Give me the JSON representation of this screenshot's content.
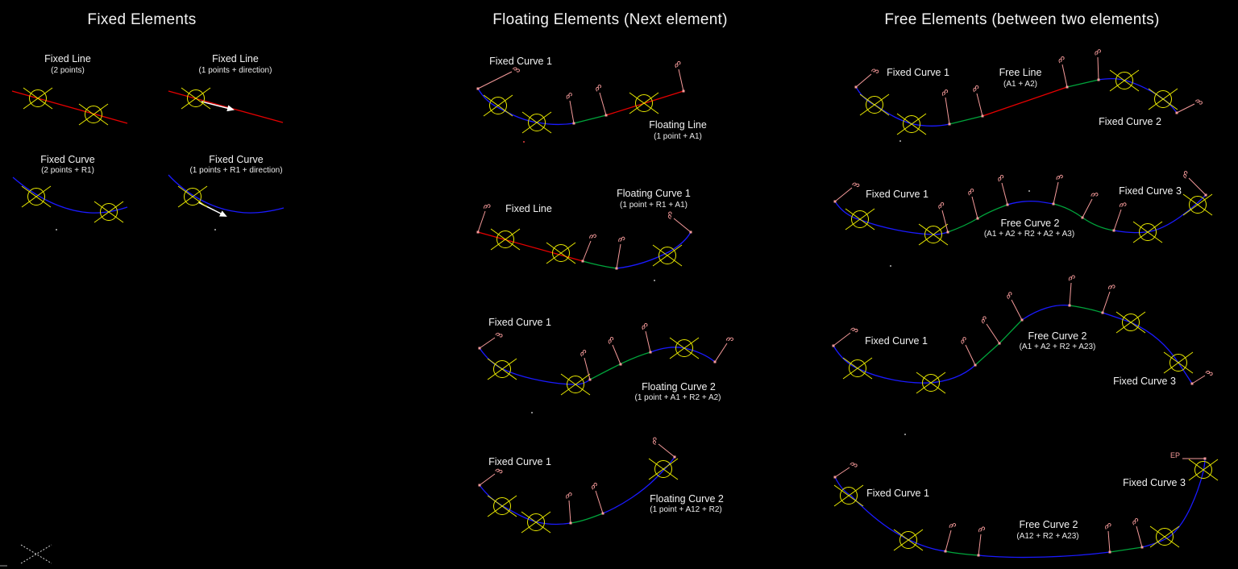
{
  "colors": {
    "background": "#000000",
    "line_red": "#e60000",
    "curve_blue": "#1a1aff",
    "spiral_green": "#00a53c",
    "point_marker_yellow": "#e8e800",
    "tangent_marker_pink": "#f59a9a",
    "text_white": "#f2f2f2"
  },
  "titles": {
    "fixed": "Fixed Elements",
    "floating": "Floating Elements (Next element)",
    "free": "Free Elements (between two elements)"
  },
  "fixed": {
    "d1": {
      "label": "Fixed Line",
      "sub": "(2 points)"
    },
    "d2": {
      "label": "Fixed Line",
      "sub": "(1 points + direction)"
    },
    "d3": {
      "label": "Fixed Curve",
      "sub": "(2 points + R1)"
    },
    "d4": {
      "label": "Fixed Curve",
      "sub": "(1 points + R1 + direction)"
    }
  },
  "floating": {
    "d1": {
      "fixed": "Fixed Curve 1",
      "label": "Floating Line",
      "sub": "(1 point + A1)"
    },
    "d2": {
      "fixed": "Fixed Line",
      "label": "Floating Curve 1",
      "sub": "(1 point + R1 + A1)"
    },
    "d3": {
      "fixed": "Fixed Curve 1",
      "label": "Floating Curve 2",
      "sub": "(1 point + A1 + R2 + A2)"
    },
    "d4": {
      "fixed": "Fixed Curve 1",
      "label": "Floating Curve 2",
      "sub": "(1 point + A12 + R2)"
    }
  },
  "free": {
    "d1": {
      "start": "Fixed Curve 1",
      "label": "Free Line",
      "sub": "(A1 + A2)",
      "end": "Fixed Curve 2"
    },
    "d2": {
      "start": "Fixed Curve 1",
      "label": "Free Curve 2",
      "sub": "(A1 + A2 + R2 + A2 + A3)",
      "end": "Fixed Curve 3"
    },
    "d3": {
      "start": "Fixed Curve 1",
      "label": "Free Curve 2",
      "sub": "(A1 + A2 + R2 + A23)",
      "end": "Fixed Curve 3"
    },
    "d4": {
      "start": "Fixed Curve 1",
      "label": "Free Curve 2",
      "sub": "(A12 + R2 + A23)",
      "end": "Fixed Curve 3",
      "end_point_label": "EP"
    }
  }
}
